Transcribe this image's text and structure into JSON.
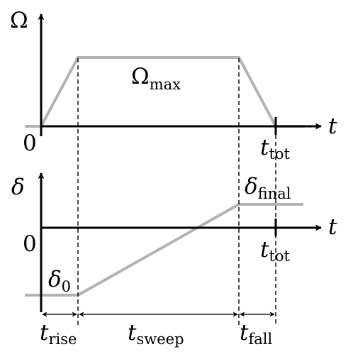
{
  "top_plot": {
    "y_axis_symbol": "Ω",
    "x_axis_symbol": "t",
    "origin_label": "0",
    "plateau_label": {
      "base": "Ω",
      "sub": "max"
    },
    "end_tick_label": {
      "base": "t",
      "sub": "tot"
    }
  },
  "bottom_plot": {
    "y_axis_symbol": "δ",
    "x_axis_symbol": "t",
    "origin_label": "0",
    "start_label": {
      "base": "δ",
      "sub": "0"
    },
    "final_label": {
      "base": "δ",
      "sub": "final"
    },
    "end_tick_label": {
      "base": "t",
      "sub": "tot"
    }
  },
  "intervals": [
    {
      "base": "t",
      "sub": "rise"
    },
    {
      "base": "t",
      "sub": "sweep"
    },
    {
      "base": "t",
      "sub": "fall"
    }
  ],
  "colors": {
    "axis": "#000000",
    "curve": "#b3b3b3"
  }
}
